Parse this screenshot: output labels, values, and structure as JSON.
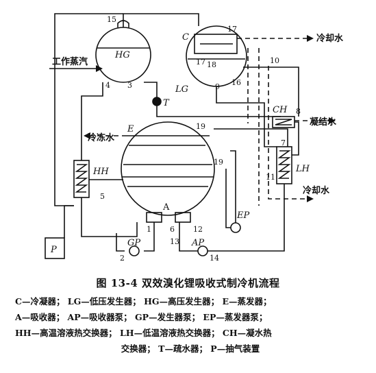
{
  "labels": {
    "hg": "HG",
    "lg": "LG",
    "c": "C",
    "e": "E",
    "a": "A",
    "t": "T",
    "hh": "HH",
    "lh": "LH",
    "ch": "CH",
    "ep": "EP",
    "gp": "GP",
    "ap": "AP",
    "p": "P",
    "working_steam": "工作蒸汽",
    "cooling_water_top": "冷却水",
    "cooling_water_bottom": "冷却水",
    "chilled_water": "冷冻水",
    "condensate_water": "凝结水"
  },
  "numbers": {
    "n1": "1",
    "n2": "2",
    "n3": "3",
    "n4": "4",
    "n5": "5",
    "n6": "6",
    "n7": "7",
    "n8": "8",
    "n9": "9",
    "n10": "10",
    "n11": "11",
    "n12": "12",
    "n13": "13",
    "n14": "14",
    "n15": "15",
    "n16": "16",
    "n17a": "17",
    "n17b": "17",
    "n18": "18",
    "n19a": "19",
    "n19b": "19"
  },
  "caption": "图 13-4   双效溴化锂吸收式制冷机流程",
  "legend": {
    "line1": "C—冷凝器； LG—低压发生器； HG—高压发生器； E—蒸发器；",
    "line2": "A—吸收器； AP—吸收器泵； GP—发生器泵； EP—蒸发器泵；",
    "line3": "HH—高温溶液热交换器； LH—低温溶液热交换器； CH—凝水热",
    "line4": "交换器； T—疏水器； P—抽气装置"
  }
}
